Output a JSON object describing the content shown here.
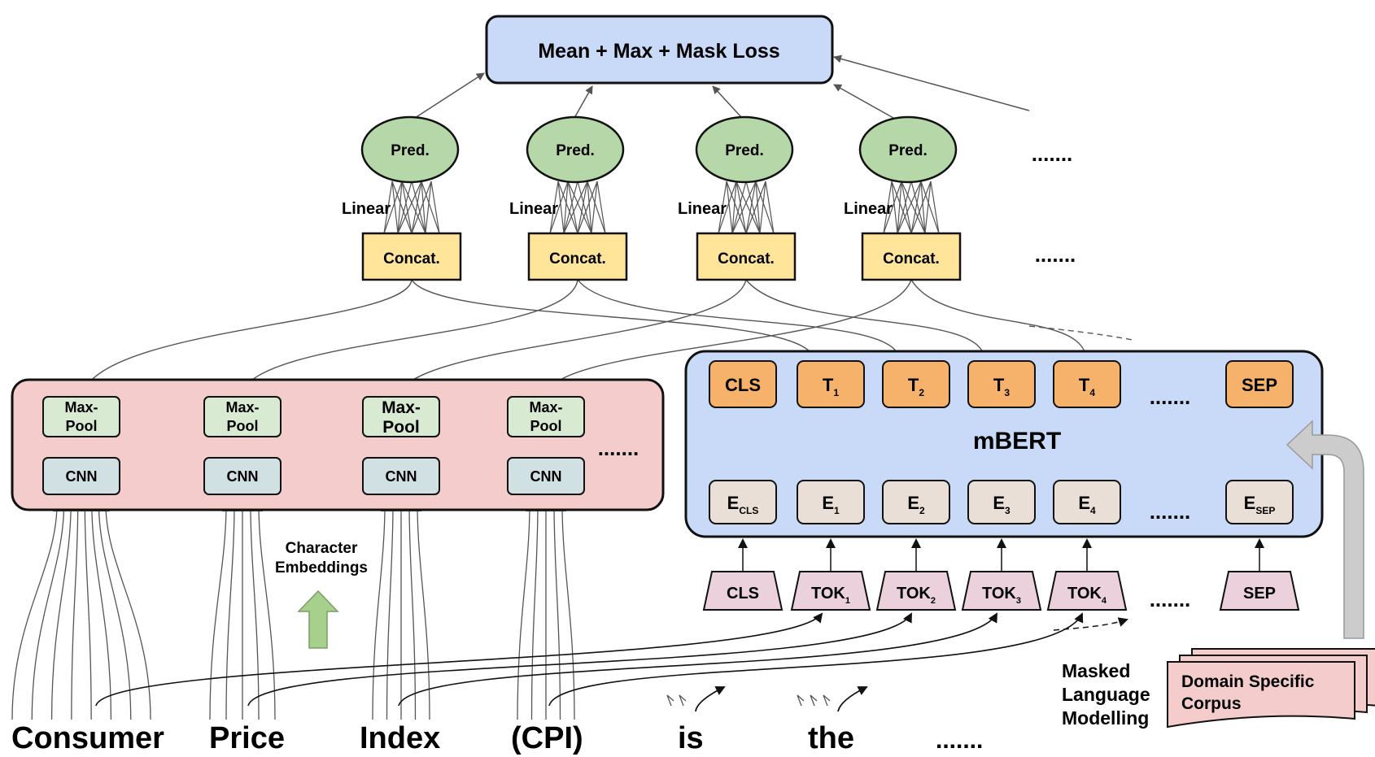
{
  "loss": {
    "label": "Mean + Max + Mask Loss"
  },
  "pred_label": "Pred.",
  "linear_label": "Linear",
  "concat_label": "Concat.",
  "ellipsis": ".......",
  "maxpool": {
    "line1": "Max-",
    "line2": "Pool"
  },
  "cnn_label": "CNN",
  "char_emb": {
    "line1": "Character",
    "line2": "Embeddings"
  },
  "mbert": {
    "title": "mBERT",
    "outputs": [
      {
        "main": "CLS",
        "sub": ""
      },
      {
        "main": "T",
        "sub": "1"
      },
      {
        "main": "T",
        "sub": "2"
      },
      {
        "main": "T",
        "sub": "3"
      },
      {
        "main": "T",
        "sub": "4"
      },
      {
        "main": "SEP",
        "sub": ""
      }
    ],
    "embeddings": [
      {
        "main": "E",
        "sub": "CLS"
      },
      {
        "main": "E",
        "sub": "1"
      },
      {
        "main": "E",
        "sub": "2"
      },
      {
        "main": "E",
        "sub": "3"
      },
      {
        "main": "E",
        "sub": "4"
      },
      {
        "main": "E",
        "sub": "SEP"
      }
    ],
    "tokens": [
      {
        "main": "CLS",
        "sub": ""
      },
      {
        "main": "TOK",
        "sub": "1"
      },
      {
        "main": "TOK",
        "sub": "2"
      },
      {
        "main": "TOK",
        "sub": "3"
      },
      {
        "main": "TOK",
        "sub": "4"
      },
      {
        "main": "SEP",
        "sub": ""
      }
    ]
  },
  "mlm": {
    "line1": "Masked",
    "line2": "Language",
    "line3": "Modelling"
  },
  "corpus": {
    "line1": "Domain Specific",
    "line2": "Corpus"
  },
  "words": [
    "Consumer",
    "Price",
    "Index",
    "(CPI)",
    "is",
    "the",
    "......."
  ],
  "colors": {
    "loss_fill": "#c9daf8",
    "pred_fill": "#b6d7a8",
    "concat_fill": "#ffe599",
    "cnn_panel_fill": "#f4cccc",
    "maxpool_fill": "#d9ead3",
    "cnn_fill": "#d0e0e3",
    "mbert_fill": "#c9daf8",
    "output_fill": "#f6b26b",
    "embed_fill": "#eadfd6",
    "token_fill": "#ead1dc",
    "corpus_fill": "#f4cccc",
    "gray_arrow": "#cccccc",
    "green_arrow": "#a8d08d"
  }
}
